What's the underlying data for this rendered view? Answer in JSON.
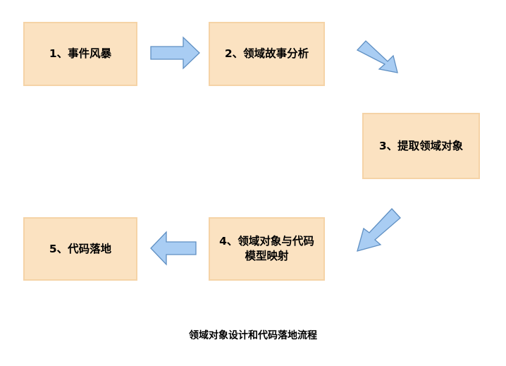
{
  "steps": {
    "s1": "1、事件风暴",
    "s2": "2、领域故事分析",
    "s3": "3、提取领域对象",
    "s4": "4、领域对象与代码模型映射",
    "s5": "5、代码落地"
  },
  "caption": "领域对象设计和代码落地流程",
  "colors": {
    "box_fill": "#fbe2c1",
    "box_border": "#f5d3a6",
    "arrow_fill": "#a9cdf3",
    "arrow_stroke": "#5f8fc2"
  }
}
